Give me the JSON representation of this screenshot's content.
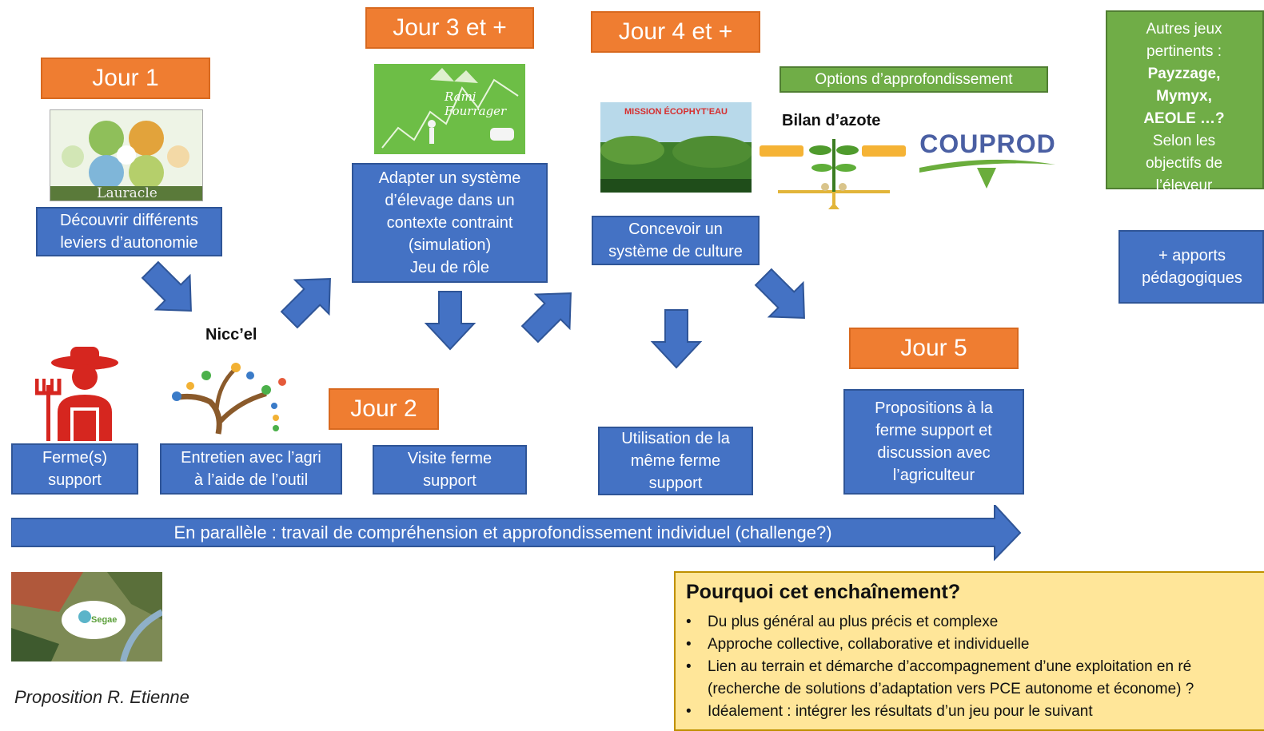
{
  "days": {
    "d1": "Jour 1",
    "d2": "Jour 2",
    "d3": "Jour 3 et +",
    "d4": "Jour 4 et +",
    "d5": "Jour 5"
  },
  "boxes": {
    "d1_desc": "Découvrir différents\nleviers d’autonomie",
    "d3_desc": "Adapter un système\nd’élevage dans un\ncontexte contraint\n(simulation)\nJeu de rôle",
    "d4_desc": "Concevoir un\nsystème de culture",
    "farm": "Ferme(s)\nsupport",
    "interview": "Entretien avec l’agri\nà l’aide de l’outil",
    "visit": "Visite ferme\nsupport",
    "same_farm": "Utilisation de la\nmême ferme\nsupport",
    "d5_desc": "Propositions à la\nferme support et\ndiscussion avec\nl’agriculteur",
    "extras": "+ apports\npédagogiques"
  },
  "options_label": "Options d’approfondissement",
  "other_games": {
    "line1": "Autres jeux",
    "line2": "pertinents :",
    "bold1": "Payzzage,",
    "bold2": "Mymyx,",
    "bold3": "AEOLE …?",
    "line3": "Selon les",
    "line4": "objectifs de",
    "line5": "l’éleveur"
  },
  "images": {
    "lauracle": "Lauracle",
    "rami": "Rami Fourrager",
    "ecophyt": "MISSION ÉCOPHYT’EAU",
    "bilan_title": "Bilan d’azote",
    "couprod": "COUPROD",
    "niccel": "Nicc’el",
    "segae": "Segae"
  },
  "parallel_arrow": "En parallèle : travail de compréhension et approfondissement individuel (challenge?)",
  "author": "Proposition R. Etienne",
  "why": {
    "title": "Pourquoi cet enchaînement?",
    "items": [
      "Du plus général au plus précis et complexe",
      "Approche collective, collaborative et individuelle",
      "Lien au terrain et démarche d’accompagnement d’une exploitation en ré",
      "(recherche de solutions d’adaptation vers PCE autonome et économe) ?",
      "Idéalement : intégrer les résultats d’un jeu pour le suivant"
    ]
  },
  "colors": {
    "orange": "#ef7d31",
    "blue": "#4472c4",
    "green": "#70ad47",
    "yellow": "#ffe699"
  }
}
